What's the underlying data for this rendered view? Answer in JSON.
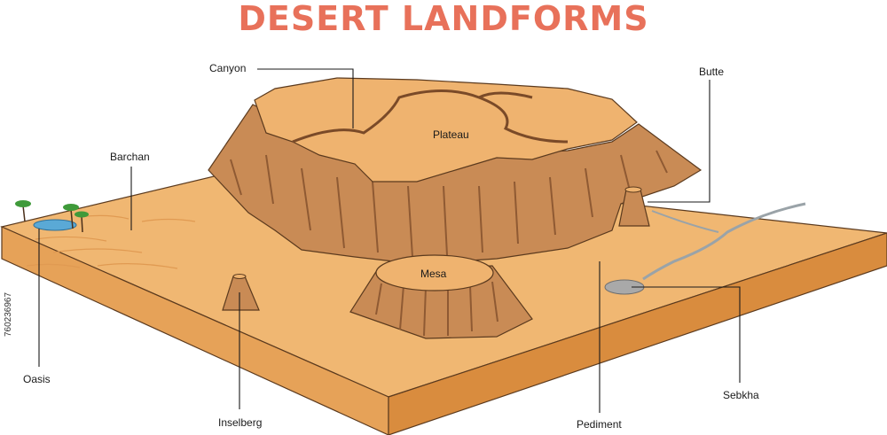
{
  "title": "DESERT LANDFORMS",
  "labels": {
    "canyon": "Canyon",
    "butte": "Butte",
    "barchan": "Barchan",
    "plateau": "Plateau",
    "mesa": "Mesa",
    "oasis": "Oasis",
    "inselberg": "Inselberg",
    "pediment": "Pediment",
    "sebkha": "Sebkha"
  },
  "stock_id": "760236967",
  "colors": {
    "title": "#e8715a",
    "sand_top": "#f0b772",
    "sand_side": "#e8a35a",
    "sand_front": "#d98c3e",
    "rock_top": "#efb36f",
    "rock_cliff": "#c98b55",
    "rock_shadow": "#8f5a33",
    "water": "#5aa9d6",
    "sebkha": "#a9a9a9"
  }
}
